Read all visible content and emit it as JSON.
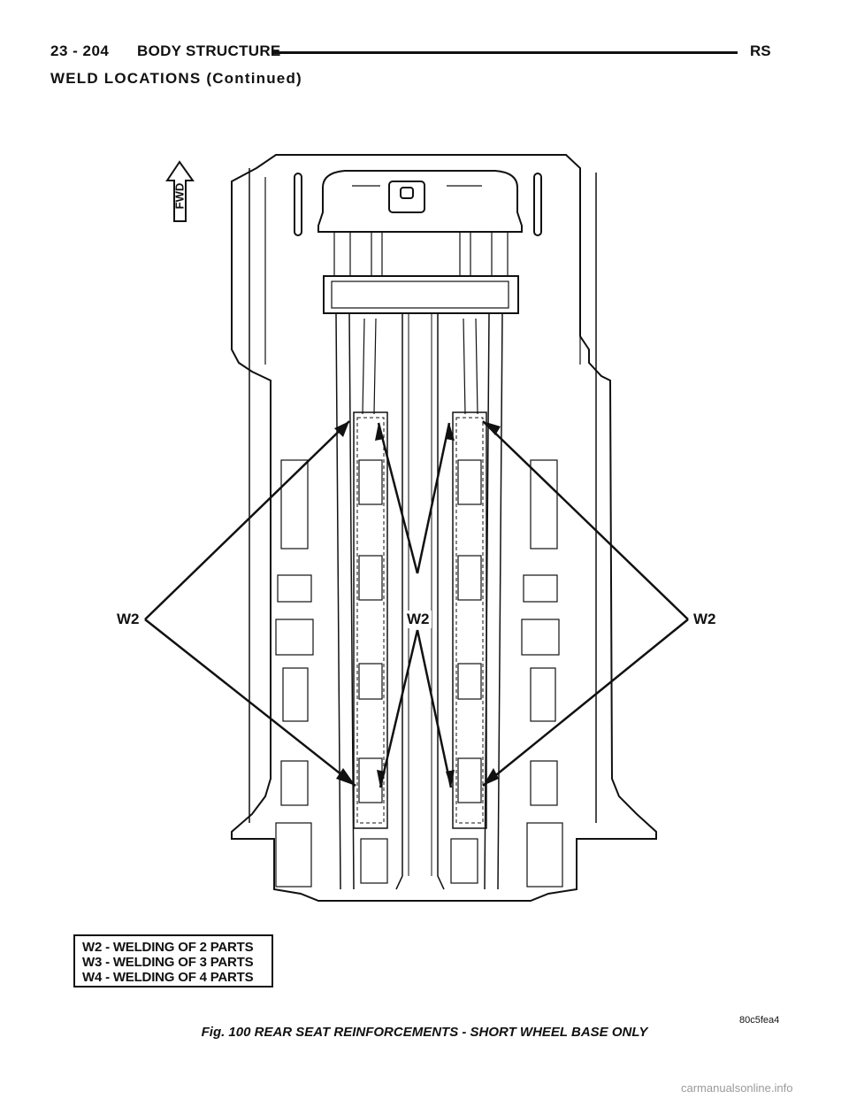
{
  "header": {
    "page_number": "23 - 204",
    "section_title": "BODY STRUCTURE",
    "vehicle_code": "RS"
  },
  "subheading": "WELD LOCATIONS (Continued)",
  "figure": {
    "fwd_label": "FWD",
    "callouts": {
      "left": "W2",
      "center": "W2",
      "right": "W2"
    },
    "legend": [
      "W2 - WELDING OF 2 PARTS",
      "W3 - WELDING OF 3 PARTS",
      "W4 - WELDING OF 4 PARTS"
    ],
    "image_code": "80c5fea4",
    "caption": "Fig. 100 REAR SEAT REINFORCEMENTS - SHORT WHEEL BASE ONLY"
  },
  "watermark": "carmanualsonline.info"
}
